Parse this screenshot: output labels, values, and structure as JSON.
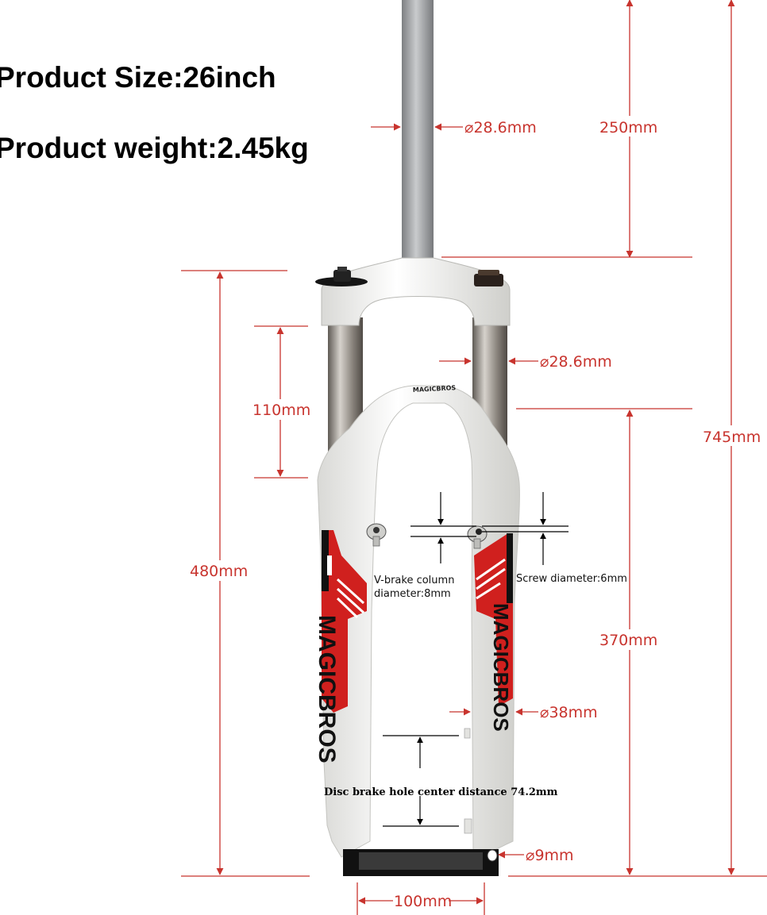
{
  "specs": {
    "size": "Product Size:26inch",
    "weight": "Product weight:2.45kg"
  },
  "brand": {
    "fork_logo": "MAGICBROS"
  },
  "dimensions": {
    "steerer_diameter": "⌀28.6mm",
    "steerer_length": "250mm",
    "stanchion_diameter": "⌀28.6mm",
    "overall_length": "745mm",
    "travel": "110mm",
    "axle_to_crown": "480mm",
    "lower_leg_length": "370mm",
    "lower_leg_diameter": "⌀38mm",
    "axle_diameter": "⌀9mm",
    "hub_spacing": "100mm"
  },
  "notes": {
    "vbrake_line1": "V-brake column",
    "vbrake_line2": "diameter:8mm",
    "screw": "Screw diameter:6mm",
    "disc_brake": "Disc brake hole center distance 74.2mm"
  },
  "colors": {
    "dimension": "#c8342e",
    "fork_body": "#f3f3f1",
    "decal_red": "#d0201e",
    "stanchion": "#8f8a84",
    "steerer": "#a6a8ab"
  }
}
